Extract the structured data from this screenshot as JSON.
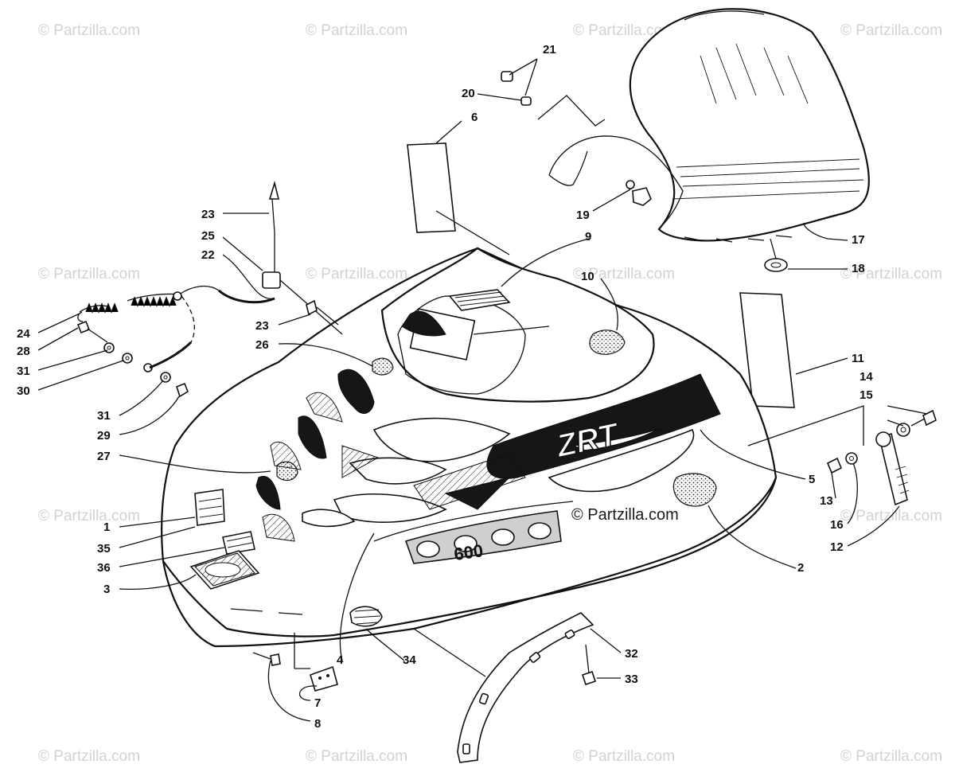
{
  "watermark": {
    "text": "© Partzilla.com",
    "center_text": "© Partzilla.com"
  },
  "decals": {
    "model": "ZRT",
    "engine": "600"
  },
  "colors": {
    "ink": "#111111",
    "watermark": "#d2d2d2",
    "background": "#ffffff"
  },
  "callouts": [
    {
      "n": "1"
    },
    {
      "n": "2"
    },
    {
      "n": "3"
    },
    {
      "n": "4"
    },
    {
      "n": "5"
    },
    {
      "n": "6"
    },
    {
      "n": "7"
    },
    {
      "n": "8"
    },
    {
      "n": "9"
    },
    {
      "n": "10"
    },
    {
      "n": "11"
    },
    {
      "n": "12"
    },
    {
      "n": "13"
    },
    {
      "n": "14"
    },
    {
      "n": "15"
    },
    {
      "n": "16"
    },
    {
      "n": "17"
    },
    {
      "n": "18"
    },
    {
      "n": "19"
    },
    {
      "n": "20"
    },
    {
      "n": "21"
    },
    {
      "n": "22"
    },
    {
      "n": "23"
    },
    {
      "n": "23"
    },
    {
      "n": "24"
    },
    {
      "n": "25"
    },
    {
      "n": "26"
    },
    {
      "n": "27"
    },
    {
      "n": "28"
    },
    {
      "n": "29"
    },
    {
      "n": "30"
    },
    {
      "n": "31"
    },
    {
      "n": "31"
    },
    {
      "n": "32"
    },
    {
      "n": "33"
    },
    {
      "n": "34"
    },
    {
      "n": "35"
    },
    {
      "n": "36"
    }
  ]
}
